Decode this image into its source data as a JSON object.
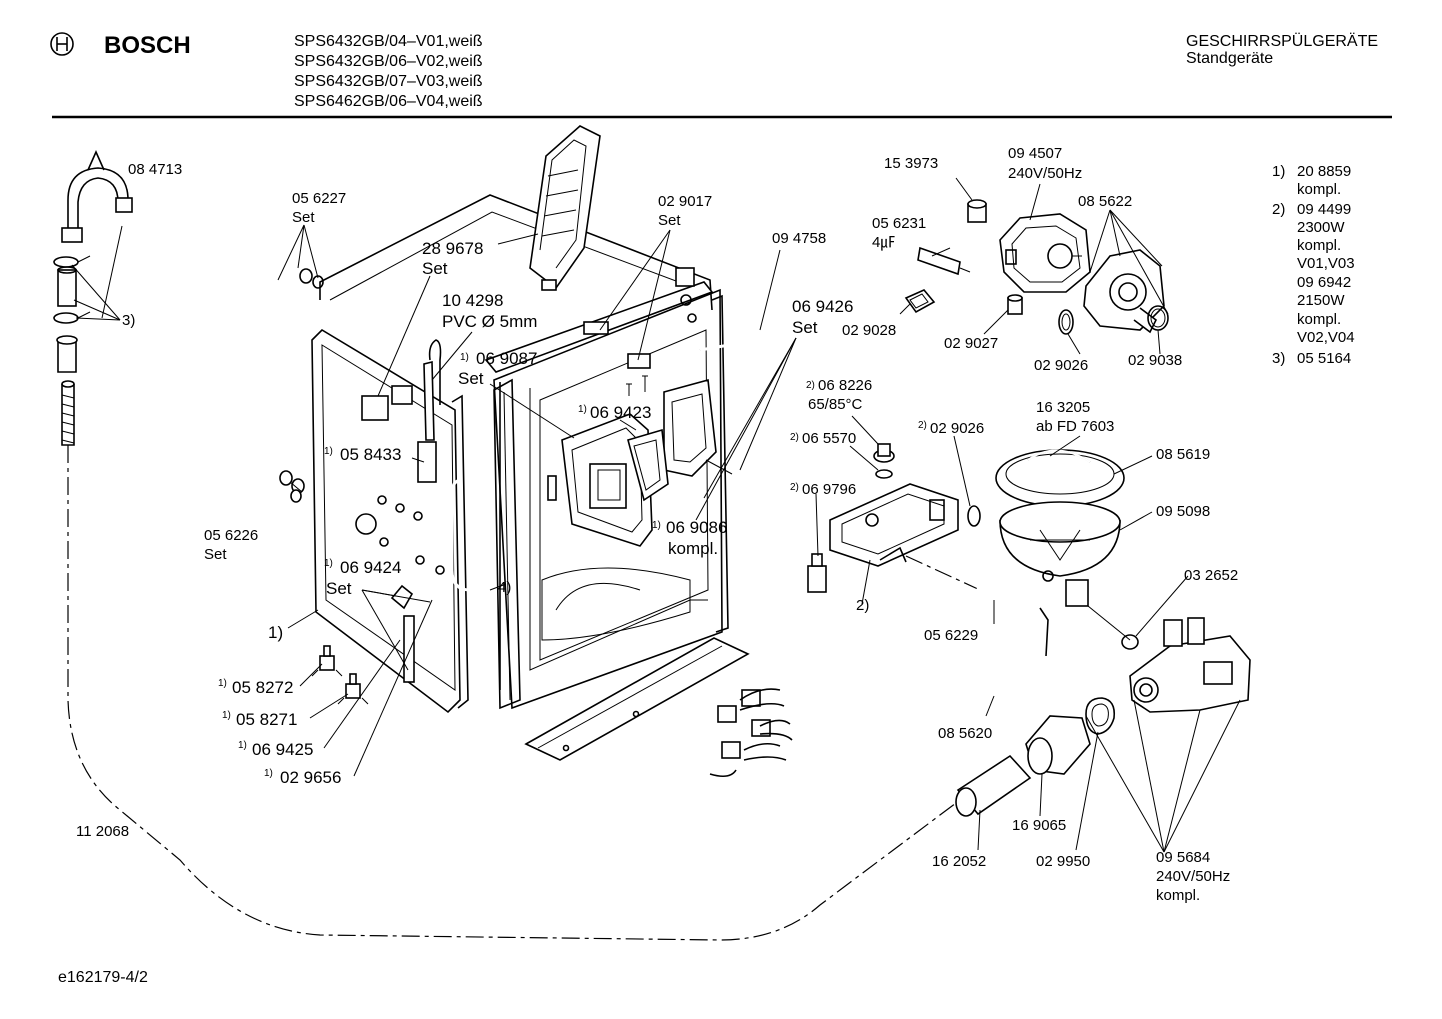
{
  "brand": "BOSCH",
  "header": {
    "models": [
      "SPS6432GB/04–V01,weiß",
      "SPS6432GB/06–V02,weiß",
      "SPS6432GB/07–V03,weiß",
      "SPS6462GB/06–V04,weiß"
    ],
    "category": "GESCHIRRSPÜLGERÄTE",
    "subcategory": "Standgeräte"
  },
  "notes": [
    {
      "num": "1)",
      "lines": [
        "20 8859",
        "kompl."
      ]
    },
    {
      "num": "2)",
      "lines": [
        "09 4499",
        "2300W",
        "kompl.",
        "V01,V03",
        "09 6942",
        "2150W",
        "kompl.",
        "V02,V04"
      ]
    },
    {
      "num": "3)",
      "lines": [
        "05 5164"
      ]
    }
  ],
  "parts": {
    "p084713": "08 4713",
    "p056227": "05 6227",
    "p056227_set": "Set",
    "p289678": "28 9678",
    "p289678_set": "Set",
    "p104298": "10 4298",
    "p104298_pvc": "PVC Ø 5mm",
    "p069087_sup": "1)",
    "p069087": "06 9087",
    "p069087_set": "Set",
    "p029017": "02 9017",
    "p029017_set": "Set",
    "p094758": "09 4758",
    "p069426": "06 9426",
    "p069426_set": "Set",
    "p069423_sup": "1)",
    "p069423": "06 9423",
    "p058433_sup": "1)",
    "p058433": "05 8433",
    "p056226": "05 6226",
    "p056226_set": "Set",
    "p069424_sup": "1)",
    "p069424": "06 9424",
    "p069424_set": "Set",
    "p069086_sup": "1)",
    "p069086": "06 9086",
    "p069086_kompl": "kompl.",
    "p4": "4)",
    "p1": "1)",
    "p3": "3)",
    "p058272_sup": "1)",
    "p058272": "05 8272",
    "p058271_sup": "1)",
    "p058271": "05 8271",
    "p069425_sup": "1)",
    "p069425": "06 9425",
    "p029656_sup": "1)",
    "p029656": "02 9656",
    "p112068": "11 2068",
    "p153973": "15 3973",
    "p094507": "09 4507",
    "p094507_v": "240V/50Hz",
    "p056231": "05 6231",
    "p056231_v": "4㎌",
    "p085622": "08 5622",
    "p029028": "02 9028",
    "p029027": "02 9027",
    "p029026a": "02 9026",
    "p029038": "02 9038",
    "p068226_sup": "2)",
    "p068226": "06 8226",
    "p068226_t": "65/85°C",
    "p065570_sup": "2)",
    "p065570": "06 5570",
    "p029026b_sup": "2)",
    "p029026b": "02 9026",
    "p163205": "16 3205",
    "p163205_fd": "ab FD 7603",
    "p069796_sup": "2)",
    "p069796": "06 9796",
    "p085619": "08 5619",
    "p095098": "09 5098",
    "p2": "2)",
    "p032652": "03 2652",
    "p056229": "05 6229",
    "p085620": "08 5620",
    "p169065": "16 9065",
    "p162052": "16 2052",
    "p029950": "02 9950",
    "p095684": "09 5684",
    "p095684_v": "240V/50Hz",
    "p095684_kompl": "kompl."
  },
  "footer": "e162179-4/2"
}
